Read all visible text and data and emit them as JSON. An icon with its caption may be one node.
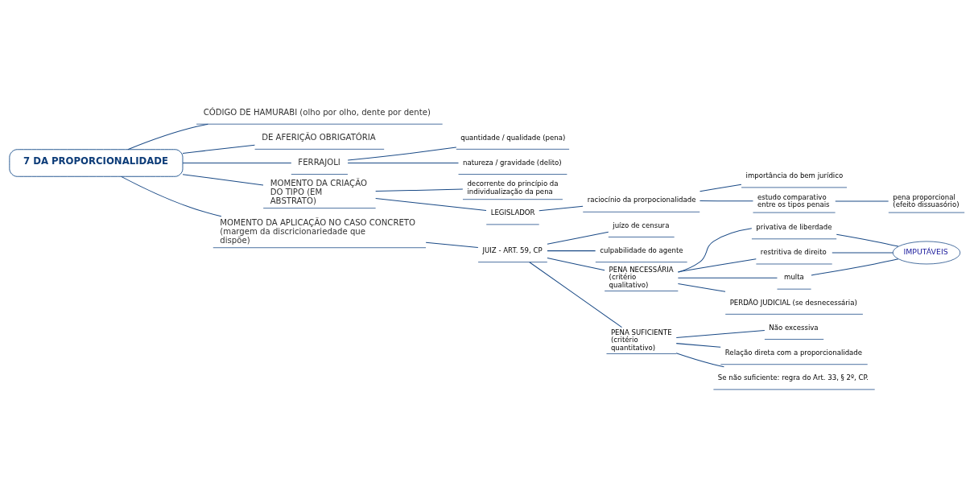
{
  "diagram": {
    "nodes": [
      {
        "text": [
          "7 DA PROPORCIONALIDADE"
        ]
      },
      {
        "text": [
          "CÓDIGO DE HAMURABI (olho por olho, dente por dente)"
        ]
      },
      {
        "text": [
          "DE AFERIÇÃO OBRIGATÓRIA"
        ]
      },
      {
        "text": [
          "FERRAJOLI"
        ]
      },
      {
        "text": [
          "quantidade / qualidade (pena)"
        ]
      },
      {
        "text": [
          "natureza / gravidade (delito)"
        ]
      },
      {
        "text": [
          "MOMENTO DA CRIAÇÃO DO TIPO (EM ABSTRATO)"
        ]
      },
      {
        "text": [
          "decorrente do princípio da individualização da pena"
        ]
      },
      {
        "text": [
          "LEGISLADOR"
        ]
      },
      {
        "text": [
          "raciocínio da prorpocionalidade"
        ]
      },
      {
        "text": [
          "importância do bem jurídico"
        ]
      },
      {
        "text": [
          "estudo comparativo entre os tipos penais"
        ]
      },
      {
        "text": [
          "pena proporcional (efeito dissuasório)"
        ]
      },
      {
        "text": [
          "MOMENTO DA APLICAÇÃO NO CASO CONCRETO (margem da discricionariedade que dispõe)"
        ]
      },
      {
        "text": [
          "JUIZ - ART. 59, CP"
        ]
      },
      {
        "text": [
          "juízo de censura"
        ]
      },
      {
        "text": [
          "culpabilidade do agente"
        ]
      },
      {
        "text": [
          "PENA NECESSÁRIA (critério qualitativo)"
        ]
      },
      {
        "text": [
          "privativa de liberdade"
        ]
      },
      {
        "text": [
          "restritiva de direito"
        ]
      },
      {
        "text": [
          "multa"
        ]
      },
      {
        "text": [
          "PERDÃO JUDICIAL (se desnecessária)"
        ]
      },
      {
        "text": [
          "IMPUTÁVEIS"
        ]
      },
      {
        "text": [
          "PENA SUFICIENTE (critério quantitativo)"
        ]
      },
      {
        "text": [
          "Não excessiva"
        ]
      },
      {
        "text": [
          "Relação direta com a proporcionalidade"
        ]
      },
      {
        "text": [
          "Se não suficiente: regra do Art. 33, § 2º, CP."
        ]
      }
    ],
    "edges": [
      {
        "from": 0,
        "to": 1,
        "arrow": "none"
      },
      {
        "from": 0,
        "to": 2,
        "arrow": "none"
      },
      {
        "from": 0,
        "to": 3,
        "arrow": "none"
      },
      {
        "from": 3,
        "to": 4,
        "arrow": "none"
      },
      {
        "from": 3,
        "to": 5,
        "arrow": "none"
      },
      {
        "from": 0,
        "to": 6,
        "arrow": "none"
      },
      {
        "from": 6,
        "to": 7,
        "arrow": "none"
      },
      {
        "from": 6,
        "to": 8,
        "arrow": "none"
      },
      {
        "from": 8,
        "to": 9,
        "arrow": "none"
      },
      {
        "from": 9,
        "to": 10,
        "arrow": "none"
      },
      {
        "from": 9,
        "to": 11,
        "arrow": "none"
      },
      {
        "from": 11,
        "to": 12,
        "arrow": "none"
      },
      {
        "from": 0,
        "to": 13,
        "arrow": "none"
      },
      {
        "from": 13,
        "to": 14,
        "arrow": "none"
      },
      {
        "from": 14,
        "to": 15,
        "arrow": "none"
      },
      {
        "from": 14,
        "to": 16,
        "arrow": "none"
      },
      {
        "from": 14,
        "to": 17,
        "arrow": "none"
      },
      {
        "from": 17,
        "to": 18,
        "arrow": "none"
      },
      {
        "from": 17,
        "to": 19,
        "arrow": "none"
      },
      {
        "from": 17,
        "to": 20,
        "arrow": "none"
      },
      {
        "from": 17,
        "to": 21,
        "arrow": "none"
      },
      {
        "from": 18,
        "to": 22,
        "arrow": "none"
      },
      {
        "from": 19,
        "to": 22,
        "arrow": "none"
      },
      {
        "from": 20,
        "to": 22,
        "arrow": "none"
      },
      {
        "from": 14,
        "to": 23,
        "arrow": "none"
      },
      {
        "from": 23,
        "to": 24,
        "arrow": "none"
      },
      {
        "from": 23,
        "to": 25,
        "arrow": "none"
      },
      {
        "from": 23,
        "to": 26,
        "arrow": "none"
      }
    ]
  }
}
